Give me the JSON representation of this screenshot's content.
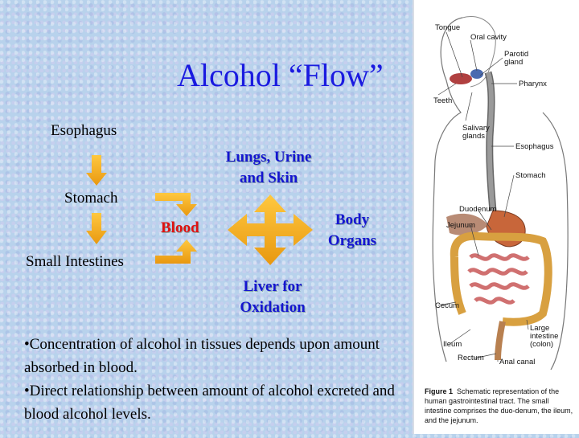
{
  "slide": {
    "title": "Alcohol “Flow”",
    "flow": {
      "esophagus": "Esophagus",
      "stomach": "Stomach",
      "small_intestines": "Small Intestines",
      "blood": "Blood",
      "lungs": [
        "Lungs, Urine",
        "and Skin"
      ],
      "body_organs": [
        "Body",
        "Organs"
      ],
      "liver": [
        "Liver for",
        "Oxidation"
      ]
    },
    "bullets": [
      "•Concentration of alcohol in tissues depends upon amount absorbed in blood.",
      "•Direct relationship between amount of alcohol excreted and blood alcohol levels."
    ]
  },
  "figure": {
    "labels": {
      "tongue": "Tongue",
      "oral_cavity": "Oral cavity",
      "parotid": [
        "Parotid",
        "gland"
      ],
      "pharynx": "Pharynx",
      "teeth": "Teeth",
      "salivary": [
        "Salivary",
        "glands"
      ],
      "esophagus": "Esophagus",
      "stomach": "Stomach",
      "duodenum": "Duodenum",
      "jejunum": "Jejunum",
      "cecum": "Cecum",
      "large_intestine": [
        "Large",
        "intestine",
        "(colon)"
      ],
      "ileum": "Ileum",
      "rectum": "Rectum",
      "anal_canal": "Anal canal"
    },
    "caption_label": "Figure 1",
    "caption_text": "Schematic representation of the human gastrointestinal tract. The small intestine comprises the duo-denum, the ileum, and the jejunum."
  },
  "colors": {
    "title": "#1a1ae0",
    "blue_text": "#1515d0",
    "red_text": "#e01010",
    "arrow_fill": "#f5b020",
    "background": "#b8d2ec"
  }
}
